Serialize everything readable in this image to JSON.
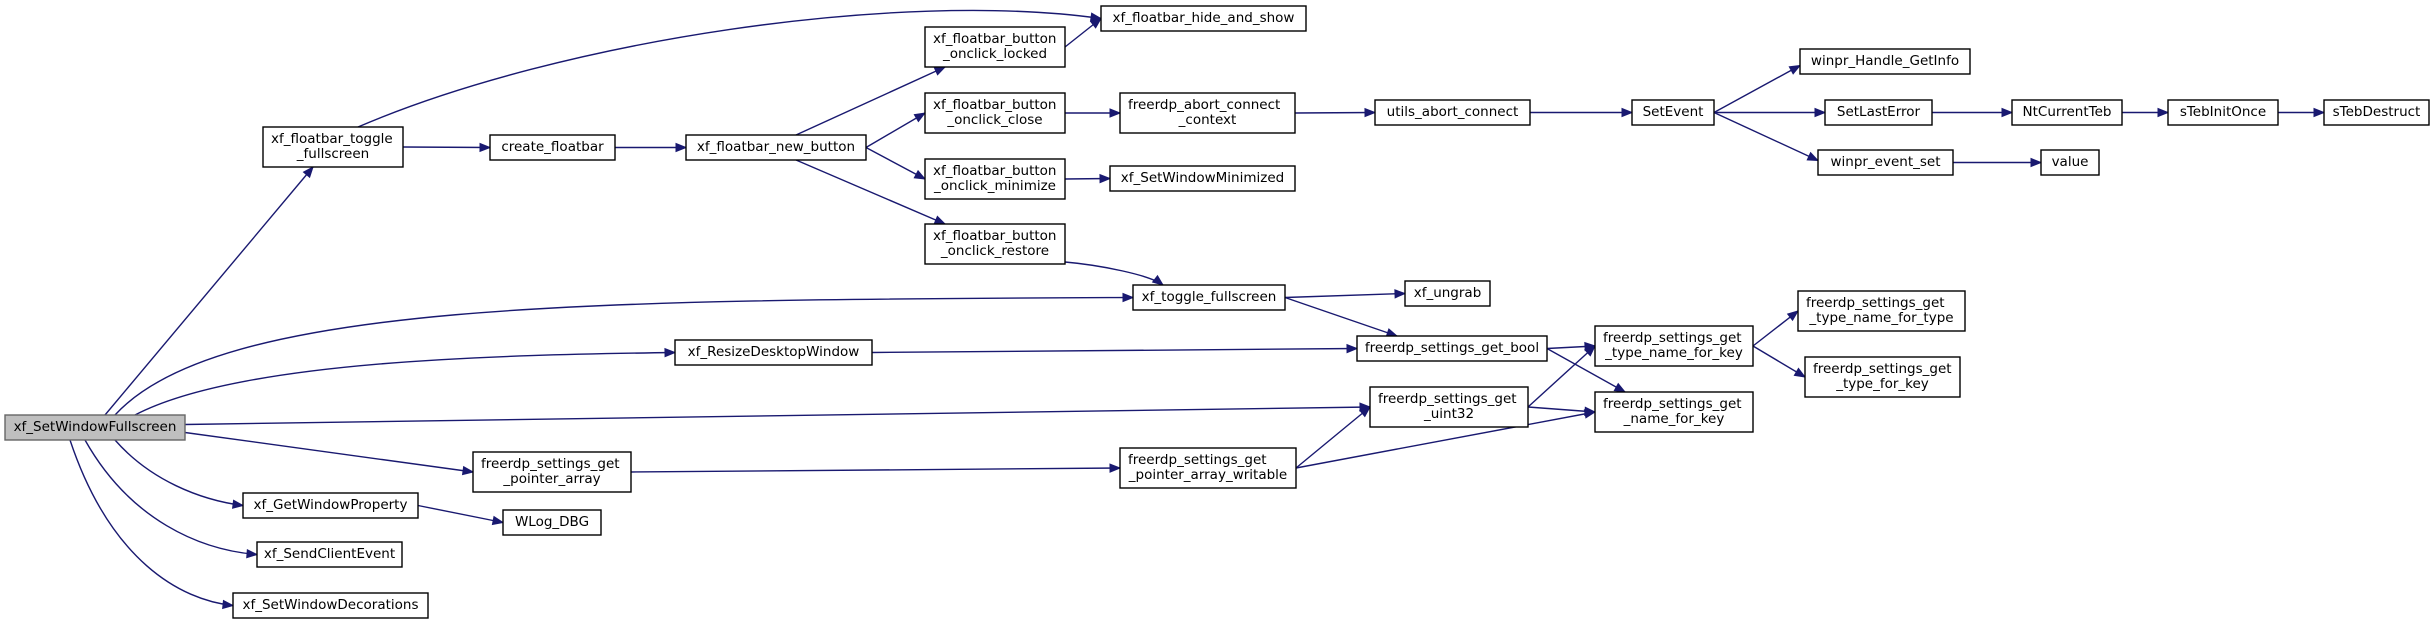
{
  "diagram": {
    "type": "call-graph",
    "colors": {
      "edge": "#191970",
      "node_border": "#000000",
      "root_fill": "#bfbfbf",
      "node_fill": "#ffffff"
    },
    "nodes": [
      {
        "id": "root",
        "lines": [
          "xf_SetWindowFullscreen"
        ]
      },
      {
        "id": "toggle_fs",
        "lines": [
          "xf_floatbar_toggle",
          "_fullscreen"
        ]
      },
      {
        "id": "create_fb",
        "lines": [
          "create_floatbar"
        ]
      },
      {
        "id": "new_button",
        "lines": [
          "xf_floatbar_new_button"
        ]
      },
      {
        "id": "onclick_locked",
        "lines": [
          "xf_floatbar_button",
          "_onclick_locked"
        ]
      },
      {
        "id": "hide_show",
        "lines": [
          "xf_floatbar_hide_and_show"
        ]
      },
      {
        "id": "onclick_close",
        "lines": [
          "xf_floatbar_button",
          "_onclick_close"
        ]
      },
      {
        "id": "abort_ctx",
        "lines": [
          "freerdp_abort_connect",
          "_context"
        ]
      },
      {
        "id": "utils_abort",
        "lines": [
          "utils_abort_connect"
        ]
      },
      {
        "id": "setevent",
        "lines": [
          "SetEvent"
        ]
      },
      {
        "id": "handle_getinfo",
        "lines": [
          "winpr_Handle_GetInfo"
        ]
      },
      {
        "id": "setlasterror",
        "lines": [
          "SetLastError"
        ]
      },
      {
        "id": "ntcurrentteb",
        "lines": [
          "NtCurrentTeb"
        ]
      },
      {
        "id": "stebinitonce",
        "lines": [
          "sTebInitOnce"
        ]
      },
      {
        "id": "stebdestruct",
        "lines": [
          "sTebDestruct"
        ]
      },
      {
        "id": "event_set",
        "lines": [
          "winpr_event_set"
        ]
      },
      {
        "id": "value",
        "lines": [
          "value"
        ]
      },
      {
        "id": "onclick_min",
        "lines": [
          "xf_floatbar_button",
          "_onclick_minimize"
        ]
      },
      {
        "id": "setwinmin",
        "lines": [
          "xf_SetWindowMinimized"
        ]
      },
      {
        "id": "onclick_restore",
        "lines": [
          "xf_floatbar_button",
          "_onclick_restore"
        ]
      },
      {
        "id": "xf_toggle_fs",
        "lines": [
          "xf_toggle_fullscreen"
        ]
      },
      {
        "id": "ungrab",
        "lines": [
          "xf_ungrab"
        ]
      },
      {
        "id": "get_bool",
        "lines": [
          "freerdp_settings_get_bool"
        ]
      },
      {
        "id": "type_name_key",
        "lines": [
          "freerdp_settings_get",
          "_type_name_for_key"
        ]
      },
      {
        "id": "type_name_type",
        "lines": [
          "freerdp_settings_get",
          "_type_name_for_type"
        ]
      },
      {
        "id": "type_for_key",
        "lines": [
          "freerdp_settings_get",
          "_type_for_key"
        ]
      },
      {
        "id": "resize_desktop",
        "lines": [
          "xf_ResizeDesktopWindow"
        ]
      },
      {
        "id": "get_uint32",
        "lines": [
          "freerdp_settings_get",
          "_uint32"
        ]
      },
      {
        "id": "name_for_key",
        "lines": [
          "freerdp_settings_get",
          "_name_for_key"
        ]
      },
      {
        "id": "ptr_array",
        "lines": [
          "freerdp_settings_get",
          "_pointer_array"
        ]
      },
      {
        "id": "ptr_array_w",
        "lines": [
          "freerdp_settings_get",
          "_pointer_array_writable"
        ]
      },
      {
        "id": "getwinprop",
        "lines": [
          "xf_GetWindowProperty"
        ]
      },
      {
        "id": "wlog_dbg",
        "lines": [
          "WLog_DBG"
        ]
      },
      {
        "id": "sendclient",
        "lines": [
          "xf_SendClientEvent"
        ]
      },
      {
        "id": "setwindeco",
        "lines": [
          "xf_SetWindowDecorations"
        ]
      }
    ],
    "edges": [
      [
        "root",
        "toggle_fs"
      ],
      [
        "root",
        "xf_toggle_fs"
      ],
      [
        "root",
        "resize_desktop"
      ],
      [
        "root",
        "get_uint32"
      ],
      [
        "root",
        "ptr_array"
      ],
      [
        "root",
        "getwinprop"
      ],
      [
        "root",
        "sendclient"
      ],
      [
        "root",
        "setwindeco"
      ],
      [
        "toggle_fs",
        "hide_show"
      ],
      [
        "toggle_fs",
        "create_fb"
      ],
      [
        "create_fb",
        "new_button"
      ],
      [
        "new_button",
        "onclick_locked"
      ],
      [
        "new_button",
        "onclick_close"
      ],
      [
        "new_button",
        "onclick_min"
      ],
      [
        "new_button",
        "onclick_restore"
      ],
      [
        "onclick_locked",
        "hide_show"
      ],
      [
        "onclick_close",
        "abort_ctx"
      ],
      [
        "abort_ctx",
        "utils_abort"
      ],
      [
        "utils_abort",
        "setevent"
      ],
      [
        "setevent",
        "handle_getinfo"
      ],
      [
        "setevent",
        "setlasterror"
      ],
      [
        "setevent",
        "event_set"
      ],
      [
        "setlasterror",
        "ntcurrentteb"
      ],
      [
        "ntcurrentteb",
        "stebinitonce"
      ],
      [
        "stebinitonce",
        "stebdestruct"
      ],
      [
        "event_set",
        "value"
      ],
      [
        "onclick_min",
        "setwinmin"
      ],
      [
        "onclick_restore",
        "xf_toggle_fs"
      ],
      [
        "xf_toggle_fs",
        "ungrab"
      ],
      [
        "xf_toggle_fs",
        "get_bool"
      ],
      [
        "resize_desktop",
        "get_bool"
      ],
      [
        "get_bool",
        "type_name_key"
      ],
      [
        "get_bool",
        "name_for_key"
      ],
      [
        "type_name_key",
        "type_name_type"
      ],
      [
        "type_name_key",
        "type_for_key"
      ],
      [
        "get_uint32",
        "type_name_key"
      ],
      [
        "get_uint32",
        "name_for_key"
      ],
      [
        "ptr_array",
        "ptr_array_w"
      ],
      [
        "ptr_array_w",
        "get_uint32"
      ],
      [
        "ptr_array_w",
        "name_for_key"
      ],
      [
        "getwinprop",
        "wlog_dbg"
      ]
    ]
  }
}
